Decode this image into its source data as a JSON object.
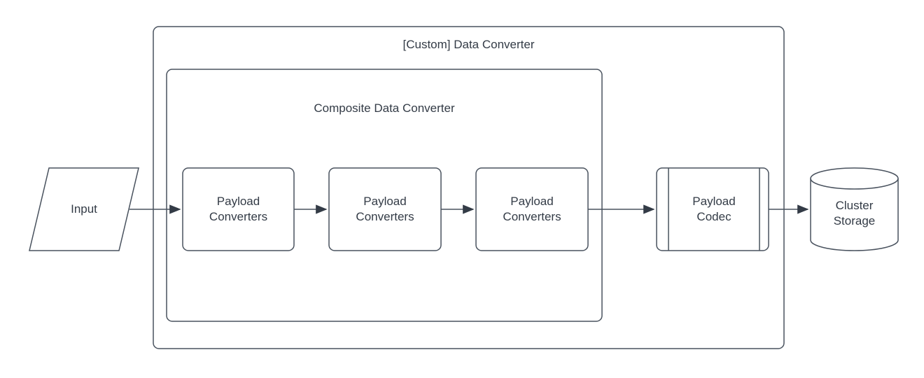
{
  "diagram": {
    "colors": {
      "stroke": "#49525e",
      "text": "#333b46",
      "background": "#ffffff"
    },
    "containers": {
      "outer": {
        "id": "custom-data-converter",
        "label": "[Custom] Data Converter"
      },
      "inner": {
        "id": "composite-data-converter",
        "label": "Composite Data Converter"
      }
    },
    "nodes": [
      {
        "id": "input",
        "shape": "parallelogram",
        "label": "Input"
      },
      {
        "id": "payload-converters-1",
        "shape": "rounded-rect",
        "label": "Payload Converters"
      },
      {
        "id": "payload-converters-2",
        "shape": "rounded-rect",
        "label": "Payload Converters"
      },
      {
        "id": "payload-converters-3",
        "shape": "rounded-rect",
        "label": "Payload Converters"
      },
      {
        "id": "payload-codec",
        "shape": "predefined-process",
        "label": "Payload Codec"
      },
      {
        "id": "cluster-storage",
        "shape": "cylinder",
        "label": "Cluster Storage"
      }
    ],
    "edges": [
      {
        "from": "input",
        "to": "payload-converters-1"
      },
      {
        "from": "payload-converters-1",
        "to": "payload-converters-2"
      },
      {
        "from": "payload-converters-2",
        "to": "payload-converters-3"
      },
      {
        "from": "payload-converters-3",
        "to": "payload-codec"
      },
      {
        "from": "payload-codec",
        "to": "cluster-storage"
      }
    ]
  }
}
